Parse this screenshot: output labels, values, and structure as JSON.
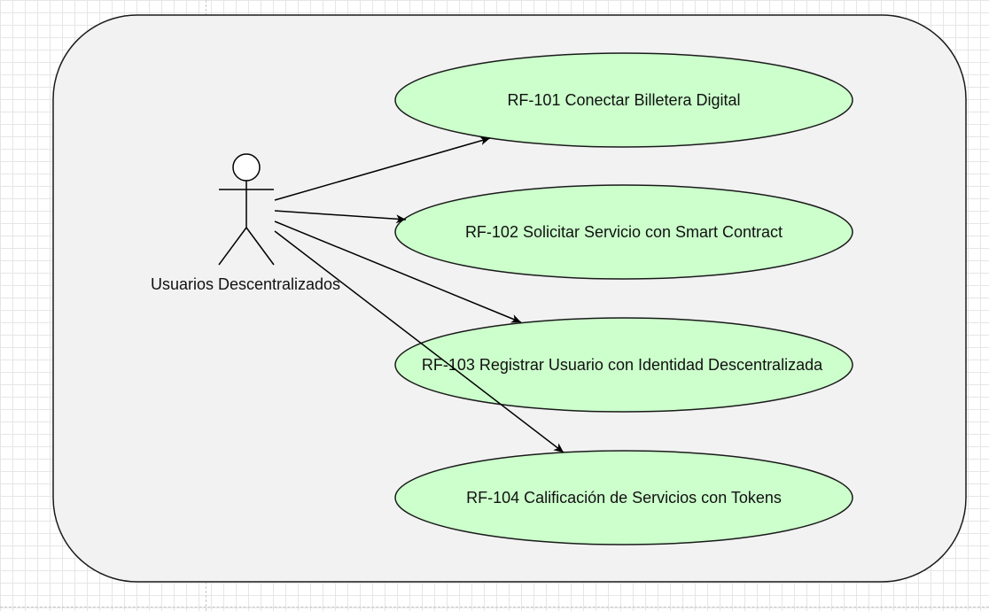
{
  "diagram": {
    "type": "use-case",
    "colors": {
      "system_fill": "#f2f2f2",
      "system_stroke": "#1a1a1a",
      "usecase_fill": "#ccffcc",
      "usecase_stroke": "#1a1a1a",
      "edge": "#000000",
      "grid": "#e6e6e6"
    },
    "actor": {
      "label": "Usuarios Descentralizados"
    },
    "use_cases": [
      {
        "id": "uc1",
        "label": "RF-101 Conectar Billetera Digital"
      },
      {
        "id": "uc2",
        "label": "RF-102 Solicitar Servicio con Smart Contract"
      },
      {
        "id": "uc3",
        "label": "RF-103 Registrar Usuario con Identidad Descentralizada"
      },
      {
        "id": "uc4",
        "label": "RF-104 Calificación de Servicios con Tokens"
      }
    ],
    "edges": [
      {
        "from": "actor",
        "to": "uc1"
      },
      {
        "from": "actor",
        "to": "uc2"
      },
      {
        "from": "actor",
        "to": "uc3"
      },
      {
        "from": "actor",
        "to": "uc4"
      }
    ]
  }
}
